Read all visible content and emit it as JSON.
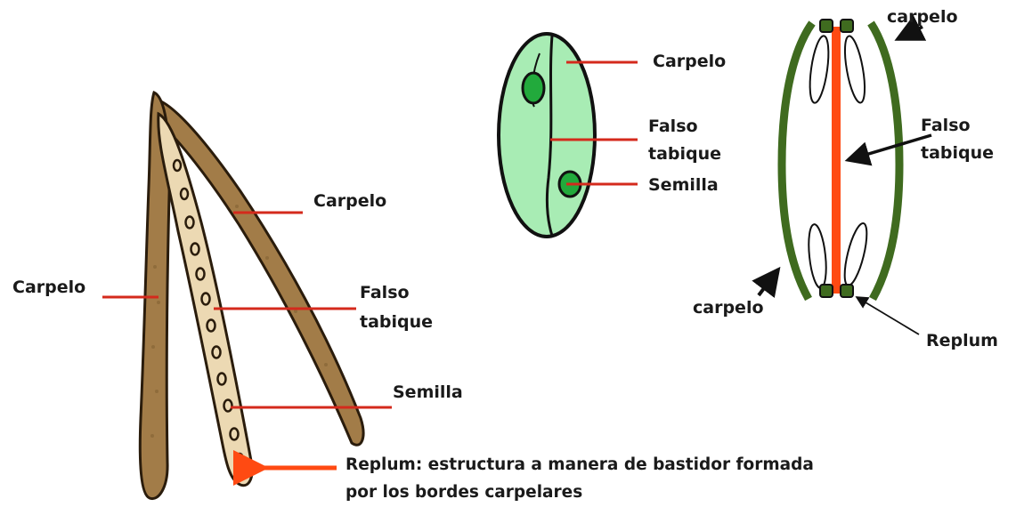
{
  "left_diagram": {
    "carpelo_upper": "Carpelo",
    "carpelo_left": "Carpelo",
    "falso_tabique": [
      "Falso",
      "tabique"
    ],
    "semilla": "Semilla",
    "replum_note": [
      "Replum: estructura a manera de bastidor formada",
      "por los bordes carpelares"
    ]
  },
  "middle_diagram": {
    "carpelo": "Carpelo",
    "falso_tabique": [
      "Falso",
      "tabique"
    ],
    "semilla": "Semilla"
  },
  "right_diagram": {
    "carpelo_top": "carpelo",
    "falso_tabique": [
      "Falso",
      "tabique"
    ],
    "carpelo_bottom": "carpelo",
    "replum": "Replum"
  },
  "colors": {
    "pod_brown": "#a27c48",
    "pod_light": "#ecd9b3",
    "cross_section_fill": "#a8ecb4",
    "seed_green": "#22aa3c",
    "valve_green": "#3f6b1f",
    "replum_orange": "#ff4a12",
    "pointer_red": "#d42a1c",
    "arrow_black": "#111111"
  }
}
